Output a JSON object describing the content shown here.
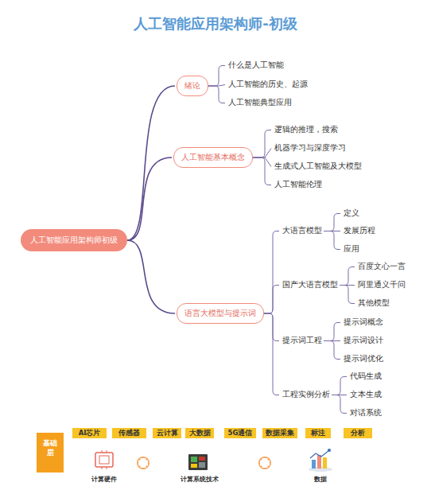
{
  "diagram": {
    "title": "人工智能应用架构师-初级",
    "nodes": [
      {
        "text": [
          "人工智能应用架构师初级"
        ]
      },
      {
        "text": [
          "绪论"
        ]
      },
      {
        "text": [
          "什么是人工智能"
        ]
      },
      {
        "text": [
          "人工智能的历史、起源"
        ]
      },
      {
        "text": [
          "人工智能典型应用"
        ]
      },
      {
        "text": [
          "人工智能基本概念"
        ]
      },
      {
        "text": [
          "逻辑的推理，搜索"
        ]
      },
      {
        "text": [
          "机器学习与深度学习"
        ]
      },
      {
        "text": [
          "生成式人工智能及大模型"
        ]
      },
      {
        "text": [
          "人工智能伦理"
        ]
      },
      {
        "text": [
          "语言大模型与提示词"
        ]
      },
      {
        "text": [
          "大语言模型"
        ]
      },
      {
        "text": [
          "定义"
        ]
      },
      {
        "text": [
          "发展历程"
        ]
      },
      {
        "text": [
          "应用"
        ]
      },
      {
        "text": [
          "国产大语言模型"
        ]
      },
      {
        "text": [
          "百度文心一言"
        ]
      },
      {
        "text": [
          "阿里通义千问"
        ]
      },
      {
        "text": [
          "其他模型"
        ]
      },
      {
        "text": [
          "提示词工程"
        ]
      },
      {
        "text": [
          "提示词概念"
        ]
      },
      {
        "text": [
          "提示词设计"
        ]
      },
      {
        "text": [
          "提示词优化"
        ]
      },
      {
        "text": [
          "工程实例分析"
        ]
      },
      {
        "text": [
          "代码生成"
        ]
      },
      {
        "text": [
          "文本生成"
        ]
      },
      {
        "text": [
          "对话系统"
        ]
      },
      {
        "text": [
          "基础层"
        ]
      },
      {
        "text": [
          "AI芯片"
        ]
      },
      {
        "text": [
          "传感器"
        ]
      },
      {
        "text": [
          "云计算"
        ]
      },
      {
        "text": [
          "大数据"
        ]
      },
      {
        "text": [
          "5G通信"
        ]
      },
      {
        "text": [
          "数据采集"
        ]
      },
      {
        "text": [
          "标注"
        ]
      },
      {
        "text": [
          "分析"
        ]
      }
    ],
    "edges": [
      {
        "from": 0,
        "to": 1,
        "arrow": "none"
      },
      {
        "from": 0,
        "to": 5,
        "arrow": "none"
      },
      {
        "from": 0,
        "to": 10,
        "arrow": "none"
      },
      {
        "from": 1,
        "to": 2,
        "arrow": "none"
      },
      {
        "from": 1,
        "to": 3,
        "arrow": "none"
      },
      {
        "from": 1,
        "to": 4,
        "arrow": "none"
      },
      {
        "from": 5,
        "to": 6,
        "arrow": "none"
      },
      {
        "from": 5,
        "to": 7,
        "arrow": "none"
      },
      {
        "from": 5,
        "to": 8,
        "arrow": "none"
      },
      {
        "from": 5,
        "to": 9,
        "arrow": "none"
      },
      {
        "from": 10,
        "to": 11,
        "arrow": "none"
      },
      {
        "from": 10,
        "to": 15,
        "arrow": "none"
      },
      {
        "from": 10,
        "to": 19,
        "arrow": "none"
      },
      {
        "from": 10,
        "to": 23,
        "arrow": "none"
      },
      {
        "from": 11,
        "to": 12,
        "arrow": "none"
      },
      {
        "from": 11,
        "to": 13,
        "arrow": "none"
      },
      {
        "from": 11,
        "to": 14,
        "arrow": "none"
      },
      {
        "from": 15,
        "to": 16,
        "arrow": "none"
      },
      {
        "from": 15,
        "to": 17,
        "arrow": "none"
      },
      {
        "from": 15,
        "to": 18,
        "arrow": "none"
      },
      {
        "from": 19,
        "to": 20,
        "arrow": "none"
      },
      {
        "from": 19,
        "to": 21,
        "arrow": "none"
      },
      {
        "from": 19,
        "to": 22,
        "arrow": "none"
      },
      {
        "from": 23,
        "to": 24,
        "arrow": "none"
      },
      {
        "from": 23,
        "to": 25,
        "arrow": "none"
      },
      {
        "from": 23,
        "to": 26,
        "arrow": "none"
      }
    ],
    "labels": [
      "计算硬件",
      "计算系统技术",
      "数据"
    ]
  }
}
